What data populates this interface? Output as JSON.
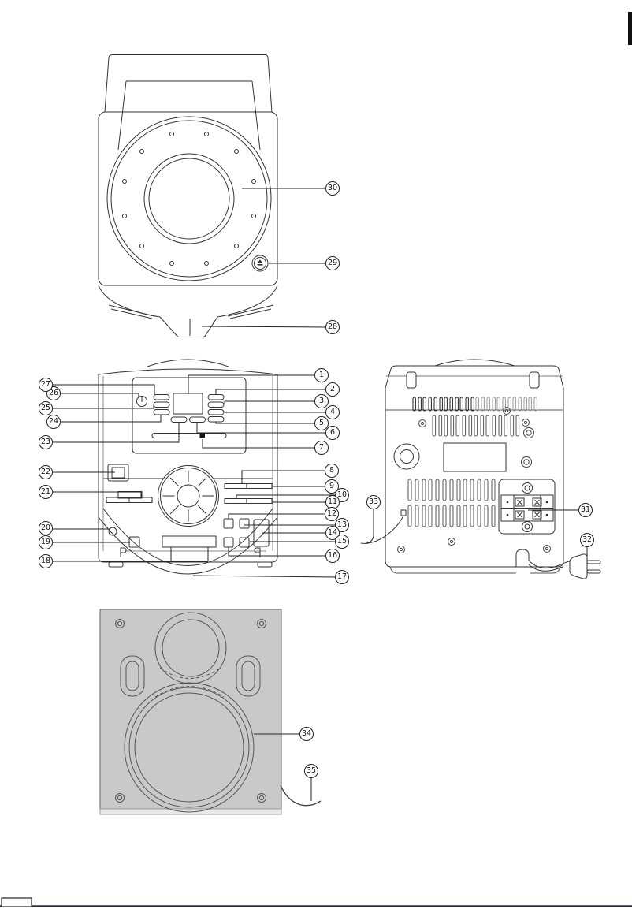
{
  "document": {
    "kind": "appliance parts diagram page",
    "figures": [
      {
        "id": "top-view",
        "callouts_shown": [
          "28",
          "29",
          "30"
        ]
      },
      {
        "id": "front-view",
        "callouts_shown": [
          "1",
          "2",
          "3",
          "4",
          "5",
          "6",
          "7",
          "8",
          "9",
          "10",
          "11",
          "12",
          "13",
          "14",
          "15",
          "16",
          "17",
          "18",
          "19",
          "20",
          "21",
          "22",
          "23",
          "24",
          "25",
          "26",
          "27"
        ]
      },
      {
        "id": "back-view",
        "callouts_shown": [
          "31",
          "32",
          "33"
        ]
      },
      {
        "id": "speaker-front-view",
        "callouts_shown": [
          "34",
          "35"
        ]
      }
    ]
  },
  "callouts": {
    "1": "1",
    "2": "2",
    "3": "3",
    "4": "4",
    "5": "5",
    "6": "6",
    "7": "7",
    "8": "8",
    "9": "9",
    "10": "10",
    "11": "11",
    "12": "12",
    "13": "13",
    "14": "14",
    "15": "15",
    "16": "16",
    "17": "17",
    "18": "18",
    "19": "19",
    "20": "20",
    "21": "21",
    "22": "22",
    "23": "23",
    "24": "24",
    "25": "25",
    "26": "26",
    "27": "27",
    "28": "28",
    "29": "29",
    "30": "30",
    "31": "31",
    "32": "32",
    "33": "33",
    "34": "34",
    "35": "35"
  },
  "icons": {
    "eject": "eject-icon",
    "power": "power-standby-icon"
  },
  "colors": {
    "line": "#333333",
    "leader": "#222222",
    "speaker_fill": "#c9c9c9",
    "speaker_base_fill": "#e9e9e9",
    "footer_rule": "#2e3138",
    "trim_mark": "#111111"
  }
}
